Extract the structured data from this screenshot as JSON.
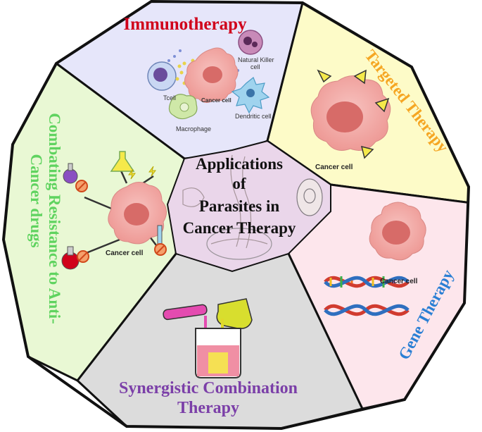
{
  "center": {
    "title_lines": [
      "Applications",
      "of",
      "Parasites in",
      "Cancer Therapy"
    ]
  },
  "sections": {
    "immunotherapy": {
      "title": "Immunotherapy",
      "title_color": "#d0021b",
      "fill": "#e6e6fa",
      "labels": {
        "tcell": "Tcell",
        "cancer_cell": "Cancer cell",
        "nk_cell_line1": "Natural Killer",
        "nk_cell_line2": "cell",
        "macrophage": "Macrophage",
        "dendritic": "Dendritic cell"
      }
    },
    "targeted": {
      "title": "Targeted Therapy",
      "title_color": "#f5a623",
      "fill": "#fdfbc8",
      "cancer_cell_label": "Cancer cell"
    },
    "gene": {
      "title": "Gene Therapy",
      "title_color": "#2a7fd4",
      "fill": "#fde6ec",
      "cancer_cell_label": "Cancer cell"
    },
    "synergistic": {
      "title_line1": "Synergistic Combination",
      "title_line2": "Therapy",
      "title_color": "#7b3fa8",
      "fill": "#dcdcdc"
    },
    "resistance": {
      "title_line1": "Combating Resistance to Anti-",
      "title_line2": "Cancer drugs",
      "title_color": "#5fd35f",
      "fill": "#e9f8d4",
      "cancer_cell_label": "Cancer cell"
    }
  },
  "colors": {
    "outline": "#111111",
    "cancer_cell": "#f2a7a3",
    "cancer_nucleus": "#d76b68",
    "center_fill": "#ead6ea",
    "arrow_fill": "#f5e94a"
  }
}
